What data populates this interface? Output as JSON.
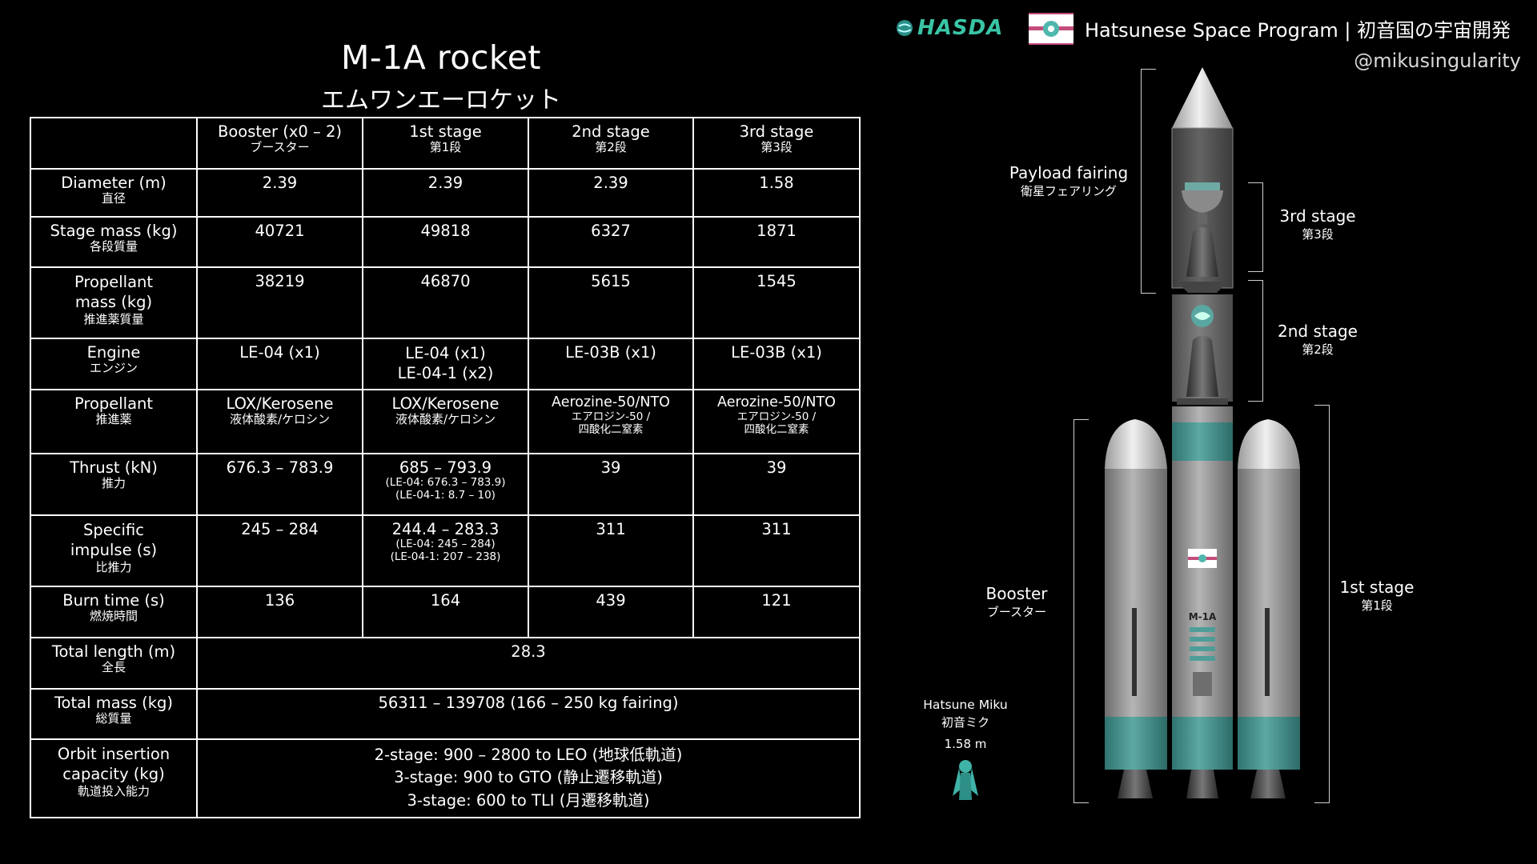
{
  "title": "M-1A rocket",
  "subtitle_jp": "エムワンエーロケット",
  "branding": {
    "logo_text": "HASDA",
    "program": "Hatsunese Space Program | 初音国の宇宙開発",
    "handle": "@mikusingularity"
  },
  "table": {
    "columns": [
      {
        "en": "Booster (x0 – 2)",
        "jp": "ブースター"
      },
      {
        "en": "1st stage",
        "jp": "第1段"
      },
      {
        "en": "2nd stage",
        "jp": "第2段"
      },
      {
        "en": "3rd stage",
        "jp": "第3段"
      }
    ],
    "rows": {
      "diameter": {
        "en": "Diameter (m)",
        "jp": "直径",
        "values": [
          "2.39",
          "2.39",
          "2.39",
          "1.58"
        ]
      },
      "stage_mass": {
        "en": "Stage mass (kg)",
        "jp": "各段質量",
        "values": [
          "40721",
          "49818",
          "6327",
          "1871"
        ]
      },
      "propellant_mass": {
        "en_1": "Propellant",
        "en_2": "mass (kg)",
        "jp": "推進薬質量",
        "values": [
          "38219",
          "46870",
          "5615",
          "1545"
        ]
      },
      "engine": {
        "en": "Engine",
        "jp": "エンジン",
        "values": [
          "LE-04 (x1)",
          "LE-04 (x1)",
          "LE-03B (x1)",
          "LE-03B (x1)"
        ],
        "stage1_extra": "LE-04-1 (x2)"
      },
      "propellant": {
        "en": "Propellant",
        "jp": "推進薬",
        "values": [
          "LOX/Kerosene",
          "LOX/Kerosene",
          "Aerozine-50/NTO",
          "Aerozine-50/NTO"
        ],
        "jp_values": [
          [
            "液体酸素/ケロシン"
          ],
          [
            "液体酸素/ケロシン"
          ],
          [
            "エアロジン-50 /",
            "四酸化二窒素"
          ],
          [
            "エアロジン-50 /",
            "四酸化二窒素"
          ]
        ]
      },
      "thrust": {
        "en": "Thrust (kN)",
        "jp": "推力",
        "values": [
          "676.3 – 783.9",
          "685 – 793.9",
          "39",
          "39"
        ],
        "stage1_notes": [
          "(LE-04: 676.3 – 783.9)",
          "(LE-04-1: 8.7 – 10)"
        ]
      },
      "isp": {
        "en_1": "Specific",
        "en_2": "impulse (s)",
        "jp": "比推力",
        "values": [
          "245 – 284",
          "244.4 – 283.3",
          "311",
          "311"
        ],
        "stage1_notes": [
          "(LE-04: 245 – 284)",
          "(LE-04-1: 207 – 238)"
        ]
      },
      "burn_time": {
        "en": "Burn time (s)",
        "jp": "燃焼時間",
        "values": [
          "136",
          "164",
          "439",
          "121"
        ]
      },
      "total_length": {
        "en": "Total length (m)",
        "jp": "全長",
        "value": "28.3"
      },
      "total_mass": {
        "en": "Total mass (kg)",
        "jp": "総質量",
        "value": "56311 – 139708 (166 – 250 kg fairing)"
      },
      "orbit": {
        "en_1": "Orbit insertion",
        "en_2": "capacity (kg)",
        "jp": "軌道投入能力",
        "lines": [
          "2-stage: 900 – 2800 to LEO (地球低軌道)",
          "3-stage: 900 to GTO (静止遷移軌道)",
          "3-stage: 600 to TLI (月遷移軌道)"
        ]
      }
    }
  },
  "diagram": {
    "payload_fairing": {
      "en": "Payload fairing",
      "jp": "衛星フェアリング"
    },
    "stage3": {
      "en": "3rd stage",
      "jp": "第3段"
    },
    "stage2": {
      "en": "2nd stage",
      "jp": "第2段"
    },
    "stage1": {
      "en": "1st stage",
      "jp": "第1段"
    },
    "booster": {
      "en": "Booster",
      "jp": "ブースター"
    },
    "rocket_label": "M-1A",
    "miku": {
      "en": "Hatsune Miku",
      "jp": "初音ミク",
      "height": "1.58 m"
    }
  },
  "colors": {
    "background": "#000000",
    "teal": "#4f9d98",
    "hull": "#9a9a9a",
    "brand_green": "#39c5a5"
  }
}
